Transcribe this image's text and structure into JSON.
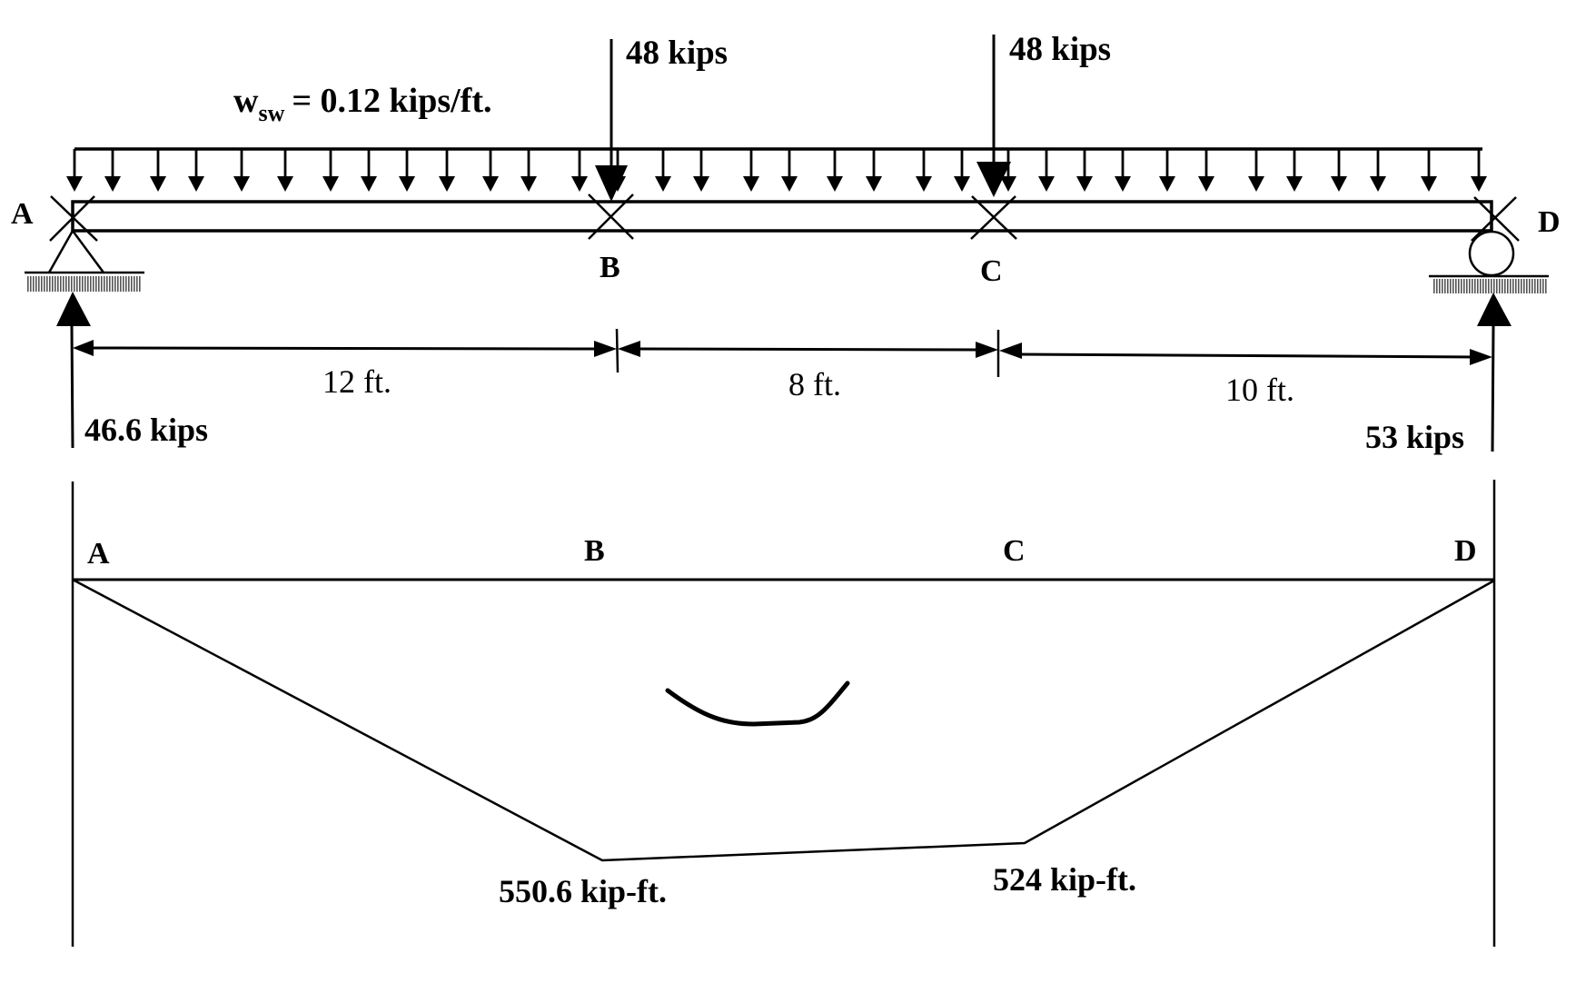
{
  "loading_diagram": {
    "distributed_load": {
      "symbol": "w",
      "subscript": "sw",
      "value_text": "= 0.12 kips/ft.",
      "value": 0.12,
      "unit": "kips/ft."
    },
    "point_loads": [
      {
        "at": "B",
        "label": "48 kips",
        "value": 48
      },
      {
        "at": "C",
        "label": "48 kips",
        "value": 48
      }
    ],
    "points": [
      {
        "id": "A",
        "label": "A"
      },
      {
        "id": "B",
        "label": "B"
      },
      {
        "id": "C",
        "label": "C"
      },
      {
        "id": "D",
        "label": "D"
      }
    ],
    "supports": [
      {
        "at": "A",
        "type": "pin"
      },
      {
        "at": "D",
        "type": "roller"
      }
    ],
    "reactions": [
      {
        "at": "A",
        "label": "46.6 kips",
        "value": 46.6
      },
      {
        "at": "D",
        "label": "53 kips",
        "value": 53
      }
    ],
    "spans": [
      {
        "from": "A",
        "to": "B",
        "label": "12 ft.",
        "length": 12
      },
      {
        "from": "B",
        "to": "C",
        "label": "8 ft.",
        "length": 8
      },
      {
        "from": "C",
        "to": "D",
        "label": "10 ft.",
        "length": 10
      }
    ]
  },
  "moment_diagram": {
    "points": [
      {
        "id": "A",
        "label": "A"
      },
      {
        "id": "B",
        "label": "B"
      },
      {
        "id": "C",
        "label": "C"
      },
      {
        "id": "D",
        "label": "D"
      }
    ],
    "values": [
      {
        "at": "A",
        "value": 0
      },
      {
        "at": "B",
        "label": "550.6 kip-ft.",
        "value": 550.6
      },
      {
        "at": "C",
        "label": "524 kip-ft.",
        "value": 524
      },
      {
        "at": "D",
        "value": 0
      }
    ],
    "sign_symbol": "positive-moment-curve"
  }
}
